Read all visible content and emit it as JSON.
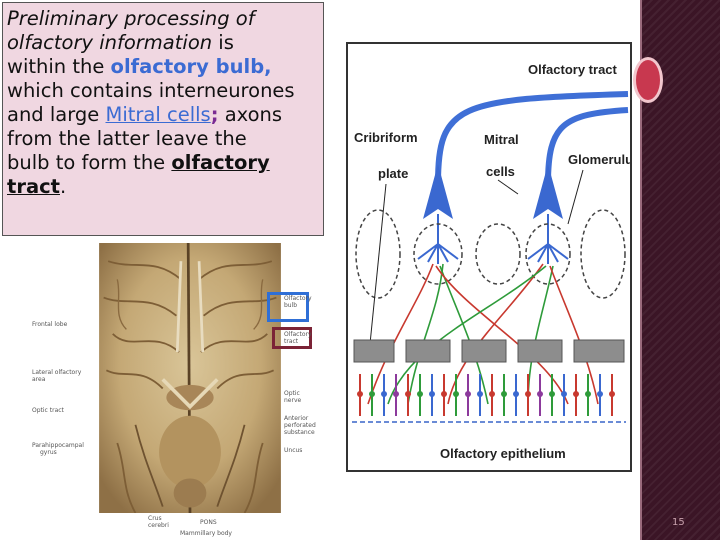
{
  "text": {
    "line1_italic": "Preliminary processing of",
    "line2_italic": "olfactory information",
    "line2_rest": " is",
    "line3_a": "within the ",
    "line3_bold": "olfactory bulb,",
    "line4": "which contains interneurones",
    "line5_a": "and large ",
    "line5_link": "Mitral cells",
    "line5_semi": ";",
    "line5_b": " axons",
    "line6": "from the latter leave the",
    "line7_a": "bulb to form the ",
    "line7_bold": "olfactory",
    "line8_bold": "tract",
    "line8_end": "."
  },
  "diagram": {
    "olfactory_tract": "Olfactory tract",
    "cribriform": "Cribriform",
    "plate": "plate",
    "mitral": "Mitral",
    "cells": "cells",
    "glomerulus": "Glomerulus",
    "epithelium": "Olfactory epithelium"
  },
  "brain_labels": {
    "frontal_lobe": "Frontal lobe",
    "lateral_olfactory_1": "Lateral olfactory",
    "lateral_olfactory_2": "area",
    "optic_tract": "Optic tract",
    "parahippocampal_1": "Parahippocampal",
    "parahippocampal_2": "gyrus",
    "olfactory_bulb_1": "Olfactory",
    "olfactory_bulb_2": "bulb",
    "olfactory_tract_1": "Olfactory",
    "olfactory_tract_2": "tract",
    "optic_nerve_1": "Optic",
    "optic_nerve_2": "nerve",
    "anterior_1": "Anterior",
    "anterior_2": "perforated",
    "anterior_3": "substance",
    "uncus": "Uncus",
    "crus_1": "Crus",
    "crus_2": "cerebri",
    "pons": "PONS",
    "mammillary": "Mammillary body"
  },
  "page_number": "15",
  "colors": {
    "text_box_bg": "#f0d7e1",
    "accent_blue": "#3b6bd3",
    "side_band": "#3b1526",
    "side_dot": "#c8384f"
  }
}
